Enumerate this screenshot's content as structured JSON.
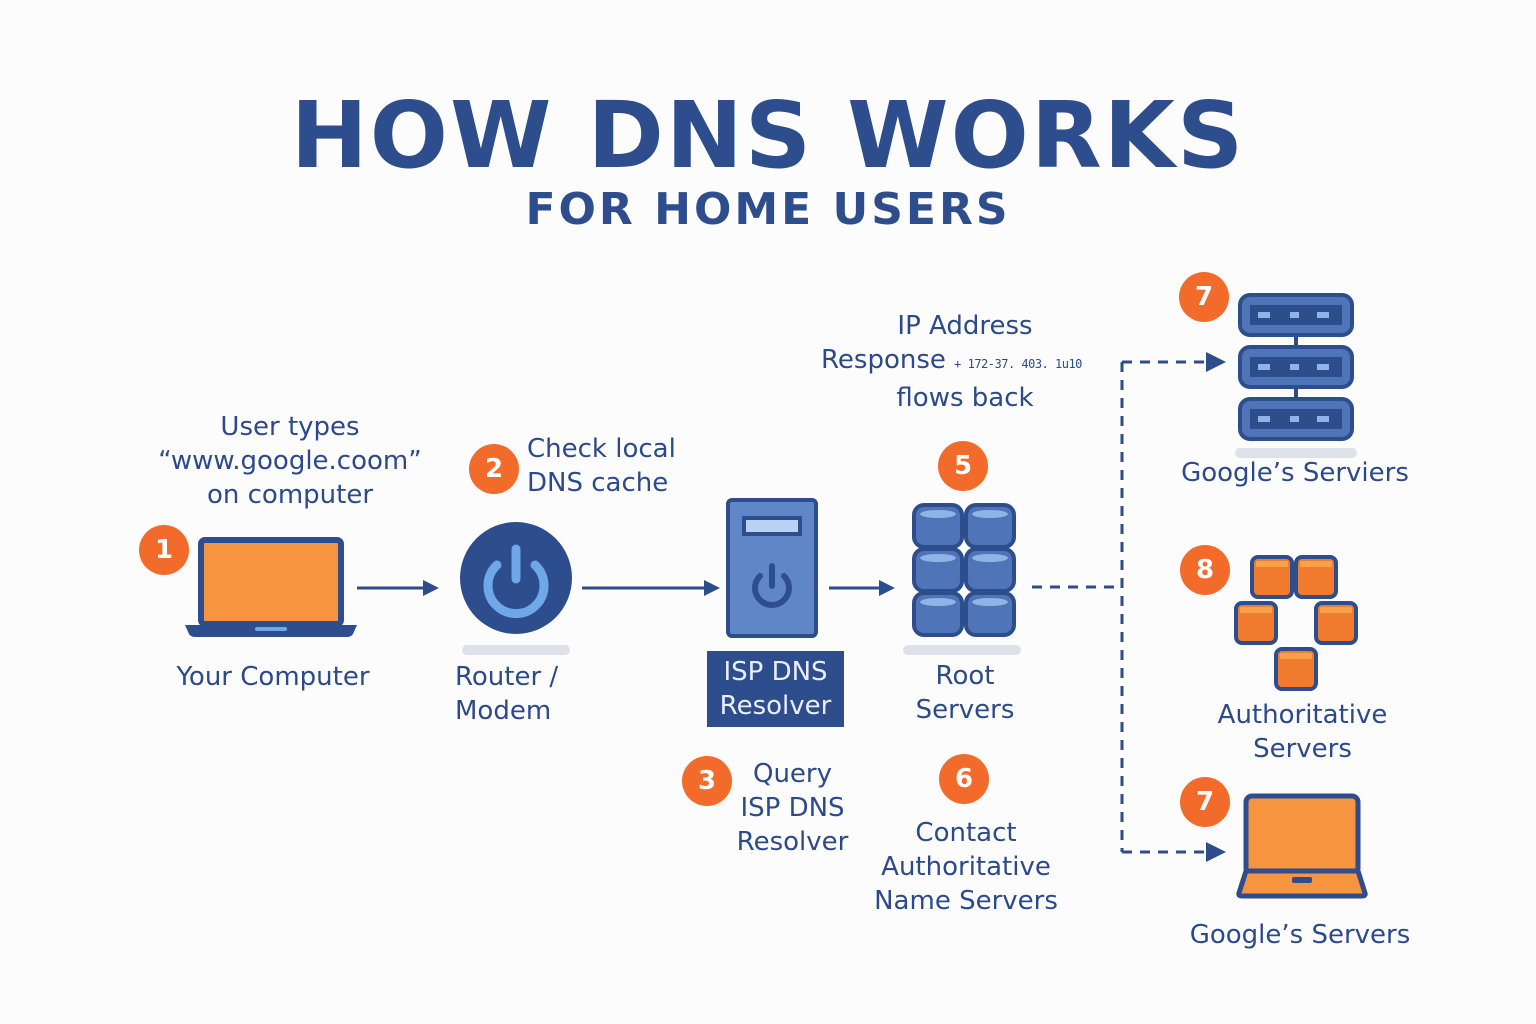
{
  "title": "HOW DNS WORKS",
  "subtitle": "FOR HOME USERS",
  "colors": {
    "primary_blue": "#2e4d8c",
    "light_blue": "#6fa8e8",
    "mid_blue": "#4f74b8",
    "orange": "#f26b2b",
    "orange_fill": "#f7943f",
    "shadow_gray": "#dde2ea"
  },
  "nodes": {
    "computer": {
      "label": "Your Computer",
      "icon": "laptop-icon"
    },
    "router": {
      "label_line1": "Router /",
      "label_line2": "Modem",
      "icon": "power-icon"
    },
    "isp": {
      "label_line1": "ISP DNS",
      "label_line2": "Resolver",
      "icon": "server-tower-icon"
    },
    "root": {
      "label_line1": "Root",
      "label_line2": "Servers",
      "icon": "database-stack-icon"
    },
    "google_top": {
      "label": "Google’s Serviers",
      "icon": "server-rack-icon"
    },
    "authoritative": {
      "label_line1": "Authoritative",
      "label_line2": "Servers",
      "icon": "cube-cluster-icon"
    },
    "google_bottom": {
      "label": "Google’s Servers",
      "icon": "laptop-icon"
    }
  },
  "steps": [
    {
      "number": "1",
      "text_lines": [
        "User types",
        "“www.google.coom”",
        "on computer"
      ]
    },
    {
      "number": "2",
      "text_lines": [
        "Check local",
        "DNS cache"
      ]
    },
    {
      "number": "3",
      "text_lines": [
        "Query",
        "ISP DNS",
        "Resolver"
      ]
    },
    {
      "number": "5",
      "text_lines": [
        "IP Address",
        "Response",
        "flows back"
      ],
      "ip_annotation": "+ 172-37. 403. 1u10"
    },
    {
      "number": "6",
      "text_lines": [
        "Contact",
        "Authoritative",
        "Name Servers"
      ]
    },
    {
      "number": "7",
      "text_lines": []
    },
    {
      "number": "8",
      "text_lines": []
    },
    {
      "number": "7",
      "text_lines": []
    }
  ]
}
